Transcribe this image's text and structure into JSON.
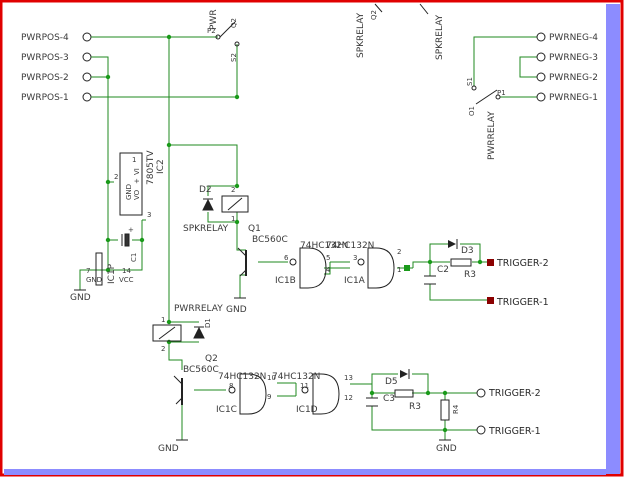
{
  "colors": {
    "border_red": "#e00000",
    "panel_blue": "#8c8cff",
    "wire_green": "#1f8a1f",
    "net": "#222222",
    "pad_red": "#8b0000",
    "junction_green": "#1a9a1a"
  },
  "connectors_left": [
    "PWRPOS-4",
    "PWRPOS-3",
    "PWRPOS-2",
    "PWRPOS-1"
  ],
  "connectors_right": [
    "PWRNEG-4",
    "PWRNEG-3",
    "PWRNEG-2",
    "PWRNEG-1"
  ],
  "relays": {
    "pwr": {
      "name": "PWR",
      "p2": "P2",
      "q2": "Q2",
      "s2": "S2"
    },
    "spk": {
      "name": "SPKRELAY",
      "q": "Q2"
    },
    "spk2": {
      "name": "SPKRELAY"
    },
    "neg": {
      "name": "PWRRELAY",
      "s1": "S1",
      "o1": "O1",
      "p1": "P1"
    }
  },
  "regulator": {
    "name": "7805TV",
    "ref": "IC2",
    "gnd": "GND",
    "vi": "VI",
    "vo": "VO",
    "plus": "+",
    "pin1": "1",
    "pin2": "2",
    "pin3": "3"
  },
  "ic_power": {
    "ref": "IC1P",
    "gnd": "GND",
    "vcc": "VCC",
    "pin7": "7",
    "pin14": "14",
    "cap_ref": "C1",
    "cap_plus": "+"
  },
  "upper_driver": {
    "diode": "D2",
    "relay_label": "SPKRELAY",
    "transistor_ref": "Q1",
    "transistor": "BC560C",
    "gnd_label": "GND",
    "pin1": "1",
    "pin2": "2",
    "gate_b": {
      "ref": "IC1B",
      "part": "74HC132N",
      "pins": [
        "6",
        "5",
        "4"
      ]
    },
    "gate_a": {
      "ref": "IC1A",
      "part": "74HC132N",
      "pins": [
        "3",
        "1",
        "2"
      ]
    },
    "rc": {
      "diode": "D3",
      "cap": "C2",
      "res": "R3"
    },
    "triggers": [
      "TRIGGER-2",
      "TRIGGER-1"
    ]
  },
  "lower_driver": {
    "relay_label": "PWRRELAY",
    "diode": "D1",
    "transistor_ref": "Q2",
    "transistor": "BC560C",
    "gnd_label": "GND",
    "pin1": "1",
    "pin2": "2",
    "gate_c": {
      "ref": "IC1C",
      "part": "74HC132N",
      "pins": [
        "8",
        "9",
        "10"
      ]
    },
    "gate_d": {
      "ref": "IC1D",
      "part": "74HC132N",
      "pins": [
        "11",
        "13",
        "12"
      ]
    },
    "rc": {
      "diode": "D5",
      "cap": "C3",
      "res": "R3",
      "res2": "R4",
      "gnd_label": "GND"
    },
    "triggers": [
      "TRIGGER-2",
      "TRIGGER-1"
    ]
  }
}
